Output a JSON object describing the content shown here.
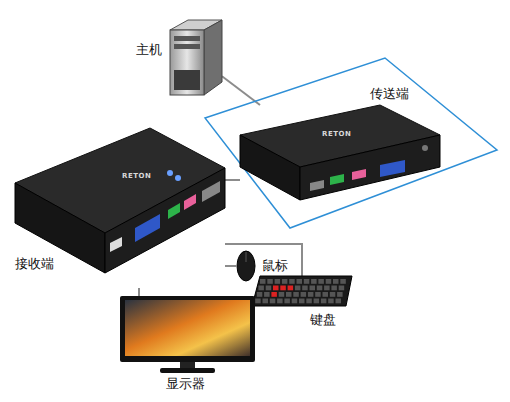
{
  "diagram": {
    "nodes": [
      {
        "text": [
          "主机"
        ]
      },
      {
        "text": [
          "传送端",
          "RETON"
        ]
      },
      {
        "text": [
          "接收端",
          "RETON"
        ]
      },
      {
        "text": [
          "鼠标"
        ]
      },
      {
        "text": [
          "键盘"
        ]
      },
      {
        "text": [
          "显示器"
        ]
      }
    ],
    "edges": [
      {
        "from": 0,
        "to": 1,
        "arrow": "none"
      },
      {
        "from": 1,
        "to": 2,
        "arrow": "none"
      },
      {
        "from": 2,
        "to": 5,
        "arrow": "none"
      },
      {
        "from": 2,
        "to": 3,
        "arrow": "none"
      },
      {
        "from": 2,
        "to": 4,
        "arrow": "none"
      }
    ]
  }
}
